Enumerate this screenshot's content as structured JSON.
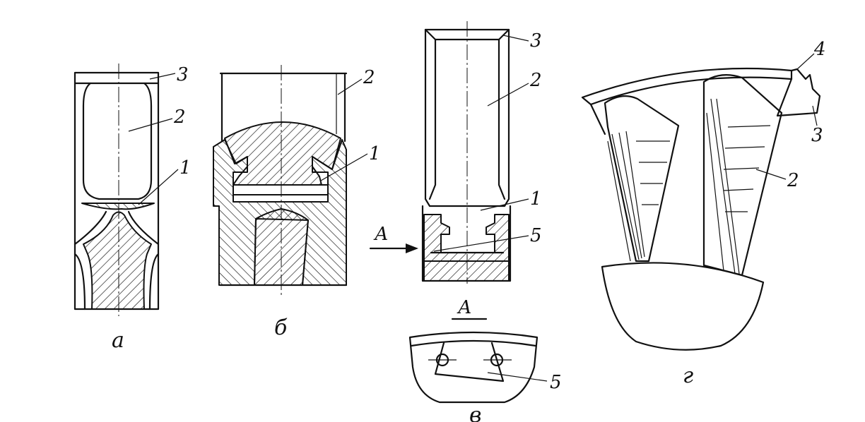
{
  "captions": {
    "a": "а",
    "b": "б",
    "v": "в",
    "g": "г"
  },
  "view_marker": {
    "arrow": "А",
    "section": "А"
  },
  "callouts": {
    "a": {
      "n3": "3",
      "n2": "2",
      "n1": "1"
    },
    "b": {
      "n2": "2",
      "n1": "1"
    },
    "v": {
      "n3": "3",
      "n2": "2",
      "n1": "1",
      "n5": "5",
      "sec5": "5"
    },
    "g": {
      "n4": "4",
      "n3": "3",
      "n2": "2"
    }
  }
}
